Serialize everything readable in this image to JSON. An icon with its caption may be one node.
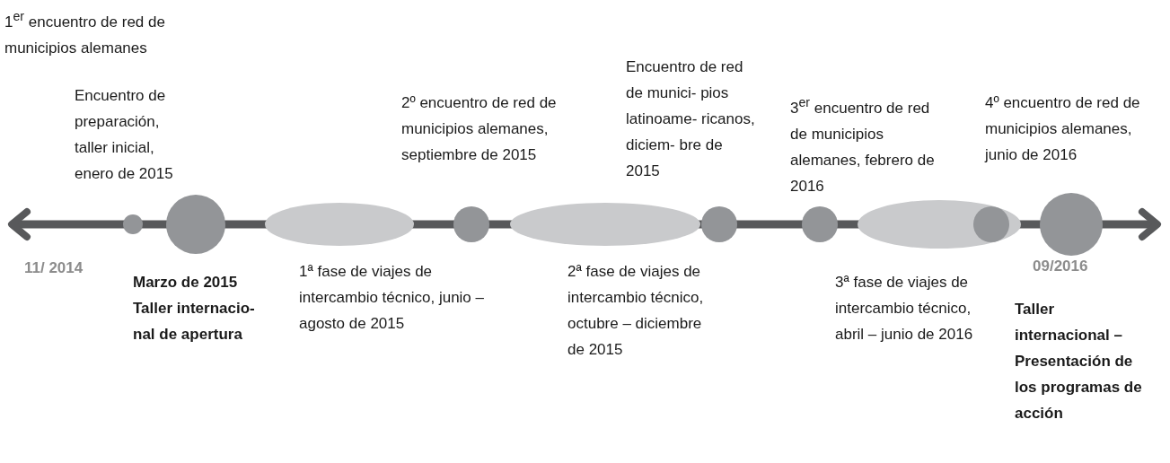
{
  "diagram": {
    "nodes": [
      {
        "text": [],
        "shape": "circle"
      },
      {
        "text": [],
        "shape": "circle",
        "beside": [
          "Encuentro de preparación, taller inicial, enero de 2015",
          "Marzo de 2015 Taller internacio- nal de apertura"
        ]
      },
      {
        "text": [],
        "shape": "ellipse",
        "beside": [
          "1ª fase de viajes de intercambio técnico, junio – agosto de 2015"
        ]
      },
      {
        "text": [],
        "shape": "circle",
        "beside": [
          "2º encuentro de red de municipios alemanes, septiembre de 2015"
        ]
      },
      {
        "text": [],
        "shape": "ellipse",
        "beside": [
          "2ª fase de viajes de intercambio técnico, octubre – diciembre de 2015"
        ]
      },
      {
        "text": [],
        "shape": "circle",
        "beside": [
          "Encuentro de red de munici- pios latinoame- ricanos, diciem- bre de 2015"
        ]
      },
      {
        "text": [],
        "shape": "circle",
        "beside": [
          "3$^{er}$ encuentro de red de municipios alemanes, febrero de 2016"
        ]
      },
      {
        "text": [],
        "shape": "ellipse",
        "beside": [
          "3ª fase de viajes de intercambio técnico, abril – junio de 2016"
        ]
      },
      {
        "text": [],
        "shape": "circle",
        "in": 7,
        "beside": [
          "4º encuentro de red de municipios alemanes, junio de 2016"
        ]
      },
      {
        "text": [],
        "shape": "circle",
        "beside": [
          "Taller internacional – Presentación de los programas de acción"
        ]
      }
    ],
    "labels": [
      "1$^{er}$ encuentro de red de municipios alemanes",
      "11/ 2014",
      "09/2016"
    ]
  }
}
